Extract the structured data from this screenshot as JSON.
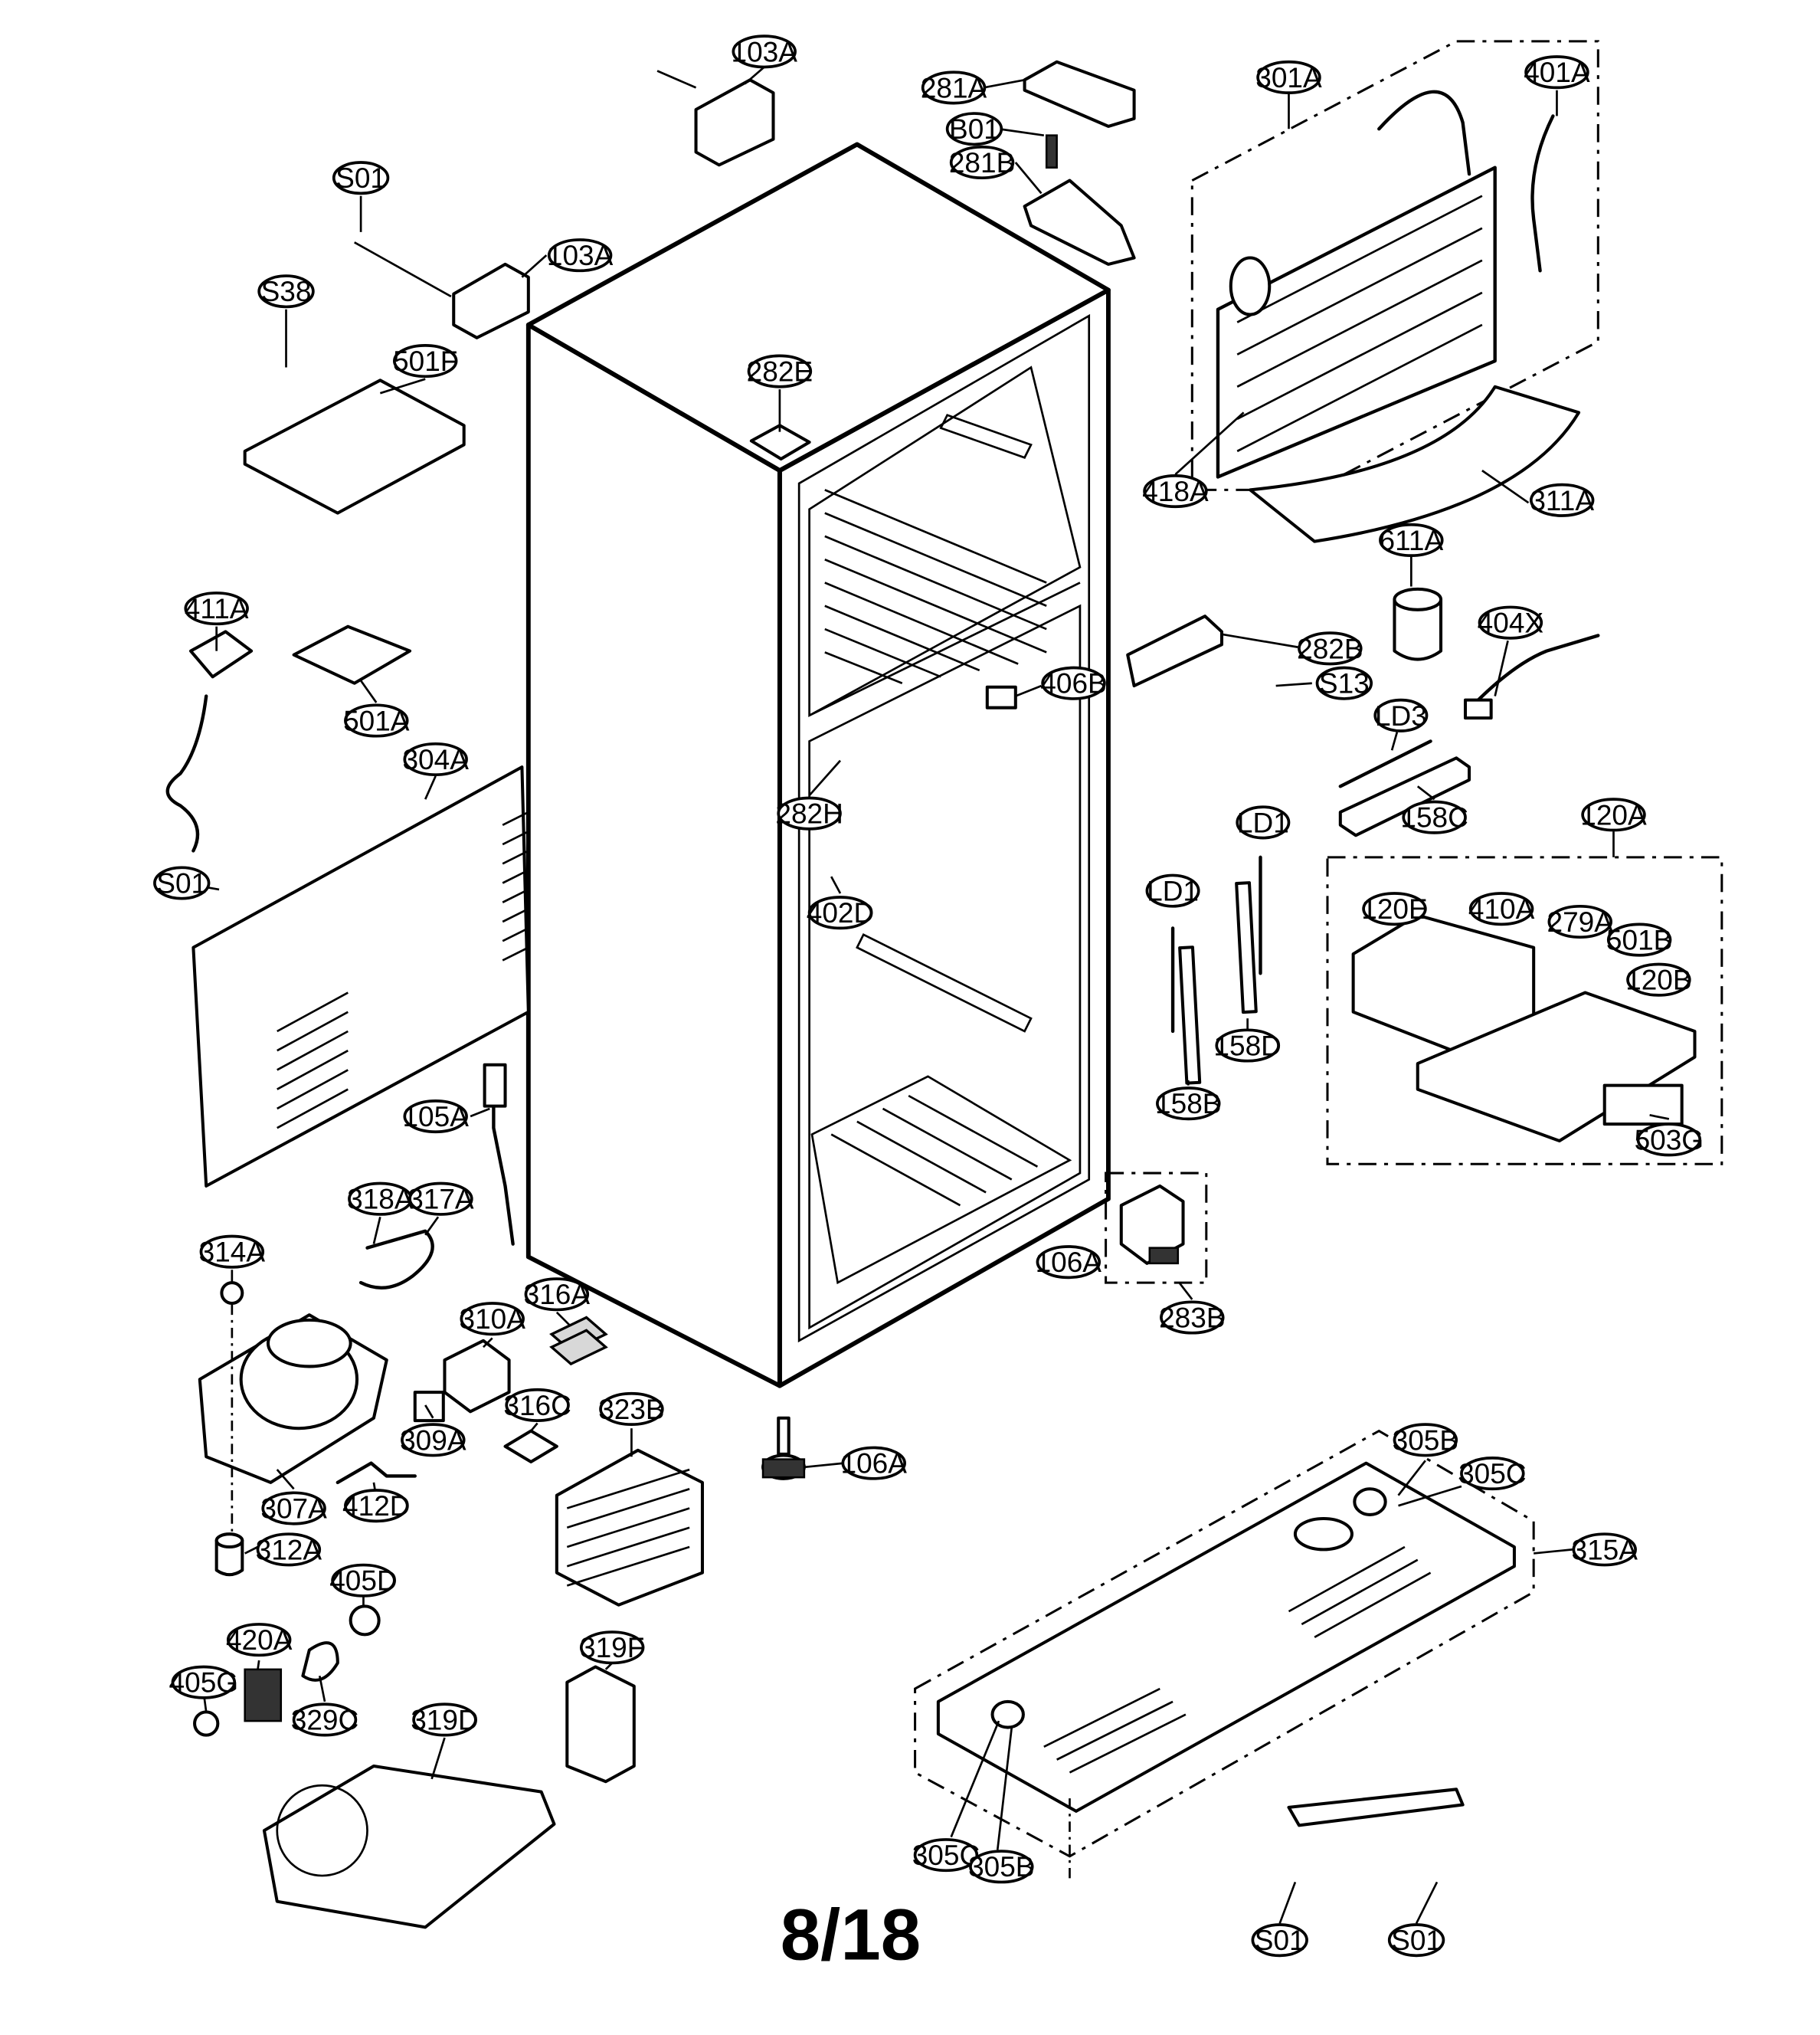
{
  "page_number": "8/18",
  "part_labels": [
    {
      "id": "l103A_a",
      "text": "103A"
    },
    {
      "id": "l281A",
      "text": "281A"
    },
    {
      "id": "lB01",
      "text": "B01"
    },
    {
      "id": "l281B",
      "text": "281B"
    },
    {
      "id": "l301A",
      "text": "301A"
    },
    {
      "id": "l401A",
      "text": "401A"
    },
    {
      "id": "lS01_a",
      "text": "S01"
    },
    {
      "id": "l103A_b",
      "text": "103A"
    },
    {
      "id": "lS38",
      "text": "S38"
    },
    {
      "id": "l501F",
      "text": "501F"
    },
    {
      "id": "l282E",
      "text": "282E"
    },
    {
      "id": "l418A",
      "text": "418A"
    },
    {
      "id": "l311A",
      "text": "311A"
    },
    {
      "id": "l611A",
      "text": "611A"
    },
    {
      "id": "l411A",
      "text": "411A"
    },
    {
      "id": "l501A",
      "text": "501A"
    },
    {
      "id": "l404X",
      "text": "404X"
    },
    {
      "id": "l282B",
      "text": "282B"
    },
    {
      "id": "l406B",
      "text": "406B"
    },
    {
      "id": "lS13",
      "text": "S13"
    },
    {
      "id": "lLD3",
      "text": "LD3"
    },
    {
      "id": "l304A",
      "text": "304A"
    },
    {
      "id": "l282H",
      "text": "282H"
    },
    {
      "id": "l158C",
      "text": "158C"
    },
    {
      "id": "l120A",
      "text": "120A"
    },
    {
      "id": "lLD1_a",
      "text": "LD1"
    },
    {
      "id": "lLD1_b",
      "text": "LD1"
    },
    {
      "id": "lS01_b",
      "text": "S01"
    },
    {
      "id": "l402D",
      "text": "402D"
    },
    {
      "id": "l120E",
      "text": "120E"
    },
    {
      "id": "l410A",
      "text": "410A"
    },
    {
      "id": "l279A",
      "text": "279A"
    },
    {
      "id": "l501B",
      "text": "501B"
    },
    {
      "id": "l120B",
      "text": "120B"
    },
    {
      "id": "l158D",
      "text": "158D"
    },
    {
      "id": "l158B",
      "text": "158B"
    },
    {
      "id": "l105A",
      "text": "105A"
    },
    {
      "id": "l503G",
      "text": "503G"
    },
    {
      "id": "l318A",
      "text": "318A"
    },
    {
      "id": "l317A",
      "text": "317A"
    },
    {
      "id": "l314A",
      "text": "314A"
    },
    {
      "id": "l106A_a",
      "text": "106A"
    },
    {
      "id": "l316A",
      "text": "316A"
    },
    {
      "id": "l310A",
      "text": "310A"
    },
    {
      "id": "l283B",
      "text": "283B"
    },
    {
      "id": "l316C",
      "text": "316C"
    },
    {
      "id": "l323B",
      "text": "323B"
    },
    {
      "id": "l309A",
      "text": "309A"
    },
    {
      "id": "l106A_b",
      "text": "106A"
    },
    {
      "id": "l305B_a",
      "text": "305B"
    },
    {
      "id": "l305C_a",
      "text": "305C"
    },
    {
      "id": "l307A",
      "text": "307A"
    },
    {
      "id": "l412D",
      "text": "412D"
    },
    {
      "id": "l315A",
      "text": "315A"
    },
    {
      "id": "l312A",
      "text": "312A"
    },
    {
      "id": "l405D",
      "text": "405D"
    },
    {
      "id": "l420A",
      "text": "420A"
    },
    {
      "id": "l319F",
      "text": "319F"
    },
    {
      "id": "l405G",
      "text": "405G"
    },
    {
      "id": "l329C",
      "text": "329C"
    },
    {
      "id": "l319D",
      "text": "319D"
    },
    {
      "id": "l305C_b",
      "text": "305C"
    },
    {
      "id": "l305B_b",
      "text": "305B"
    },
    {
      "id": "lS01_c",
      "text": "S01"
    },
    {
      "id": "lS01_d",
      "text": "S01"
    }
  ]
}
